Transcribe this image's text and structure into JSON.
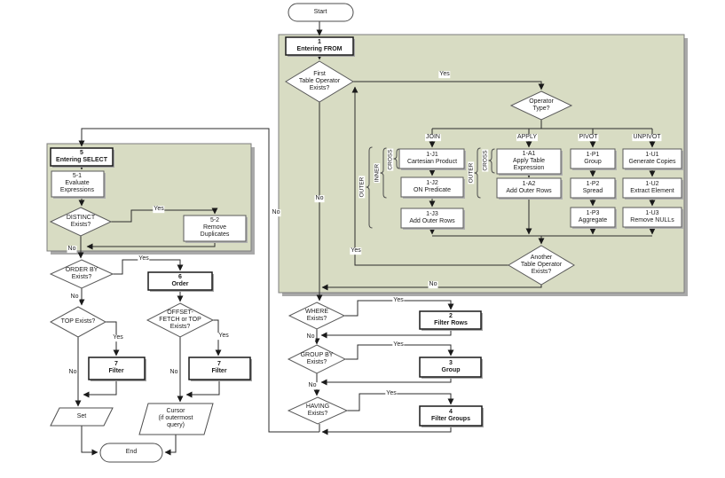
{
  "colors": {
    "block_bg": "#d8dcc3",
    "block_border": "#7d7d7d",
    "block_shadow": "#a9a9a9",
    "line": "#2b2b2b",
    "node_fill": "#ffffff",
    "text": "#1a1a1a"
  },
  "labels": {
    "yes": "Yes",
    "no": "No"
  },
  "terminals": {
    "start": "Start",
    "end": "End"
  },
  "steps": {
    "s1": "1\nEntering FROM",
    "s2": "2\nFilter Rows",
    "s3": "3\nGroup",
    "s4": "4\nFilter Groups",
    "s5": "5\nEntering SELECT",
    "s51": "5-1\nEvaluate\nExpressions",
    "s52": "5-2\nRemove\nDuplicates",
    "s6": "6\nOrder",
    "s7": "7\nFilter",
    "j1": "1-J1\nCartesian Product",
    "j2": "1-J2\nON Predicate",
    "j3": "1-J3\nAdd Outer Rows",
    "a1": "1-A1\nApply Table\nExpression",
    "a2": "1-A2\nAdd Outer Rows",
    "p1": "1-P1\nGroup",
    "p2": "1-P2\nSpread",
    "p3": "1-P3\nAggregate",
    "u1": "1-U1\nGenerate Copies",
    "u2": "1-U2\nExtract Element",
    "u3": "1-U3\nRemove NULLs",
    "set": "Set",
    "cursor": "Cursor\n(if outermost\nquery)"
  },
  "decisions": {
    "first_op": "First\nTable Operator\nExists?",
    "op_type": "Operator\nType?",
    "another_op": "Another\nTable Operator\nExists?",
    "where": "WHERE\nExists?",
    "group_by": "GROUP BY\nExists?",
    "having": "HAVING\nExists?",
    "distinct": "DISTINCT\nExists?",
    "order_by": "ORDER BY\nExists?",
    "top": "TOP Exists?",
    "offset_fetch": "OFFSET-\nFETCH or TOP\nExists?"
  },
  "operator_branches": {
    "join": "JOIN",
    "apply": "APPLY",
    "pivot": "PIVOT",
    "unpivot": "UNPIVOT"
  },
  "modifiers": {
    "cross": "CROSS",
    "inner": "INNER",
    "outer": "OUTER"
  }
}
